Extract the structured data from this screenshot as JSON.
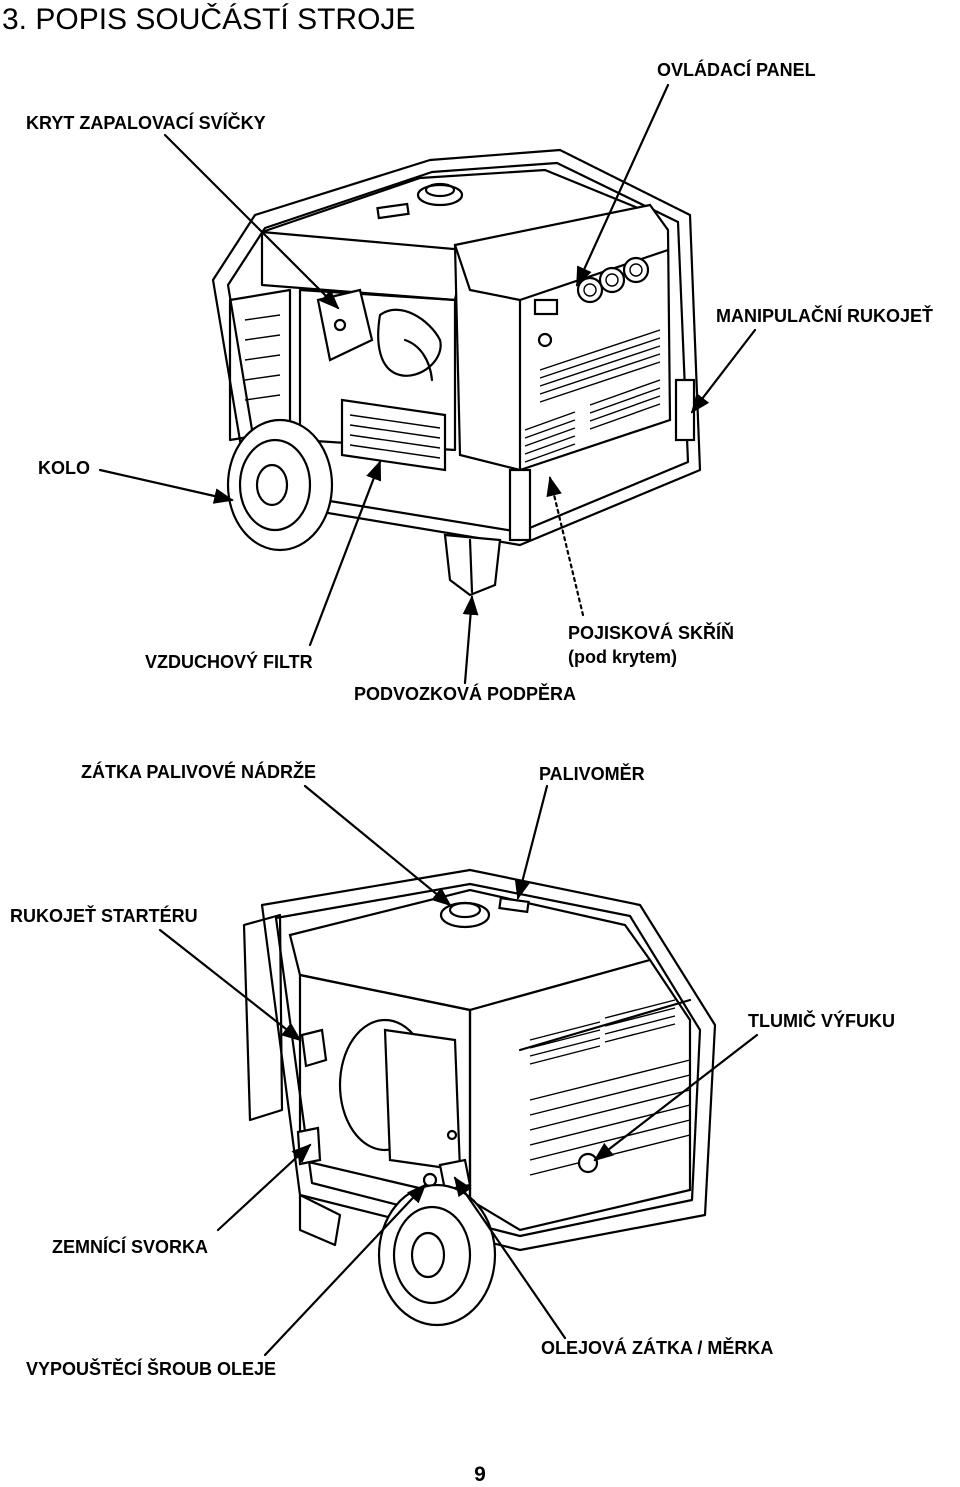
{
  "header": {
    "title": "3. POPIS SOUČÁSTÍ STROJE"
  },
  "figure_top": {
    "labels": {
      "control_panel": "OVLÁDACÍ PANEL",
      "spark_plug_cover": "KRYT ZAPALOVACÍ SVÍČKY",
      "handle": "MANIPULAČNÍ RUKOJEŤ",
      "wheel": "KOLO",
      "fuse_box_line1": "POJISKOVÁ SKŘÍŇ",
      "fuse_box_line2": "(pod krytem)",
      "air_filter": "VZDUCHOVÝ FILTR",
      "chassis_support": "PODVOZKOVÁ PODPĚRA"
    }
  },
  "figure_bottom": {
    "labels": {
      "fuel_cap": "ZÁTKA PALIVOVÉ NÁDRŽE",
      "fuel_gauge": "PALIVOMĚR",
      "starter_handle": "RUKOJEŤ STARTÉRU",
      "muffler": "TLUMIČ VÝFUKU",
      "ground_terminal": "ZEMNÍCÍ SVORKA",
      "oil_drain_bolt": "VYPOUŠTĚCÍ ŠROUB OLEJE",
      "oil_cap_dipstick": "OLEJOVÁ ZÁTKA / MĚRKA"
    }
  },
  "footer": {
    "page_number": "9"
  }
}
